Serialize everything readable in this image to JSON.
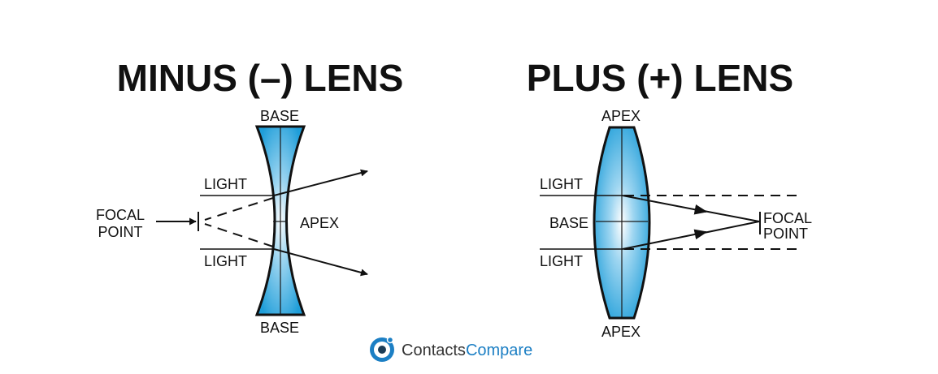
{
  "minus_lens": {
    "title": "MINUS (–) LENS",
    "label_top": "BASE",
    "label_bottom": "BASE",
    "label_apex": "APEX",
    "light_upper": "LIGHT",
    "light_lower": "LIGHT",
    "focal_line1": "FOCAL",
    "focal_line2": "POINT"
  },
  "plus_lens": {
    "title": "PLUS (+) LENS",
    "label_top": "APEX",
    "label_bottom": "APEX",
    "label_base": "BASE",
    "light_upper": "LIGHT",
    "light_lower": "LIGHT",
    "focal_line1": "FOCAL",
    "focal_line2": "POINT"
  },
  "brand": {
    "name_part1": "Contacts",
    "name_part2": "Compare",
    "icon": "circle-logo-icon"
  },
  "colors": {
    "lens_blue": "#1f9ed9",
    "lens_center": "#ffffff",
    "brand_dark": "#333333",
    "brand_blue": "#1c7fc4"
  }
}
